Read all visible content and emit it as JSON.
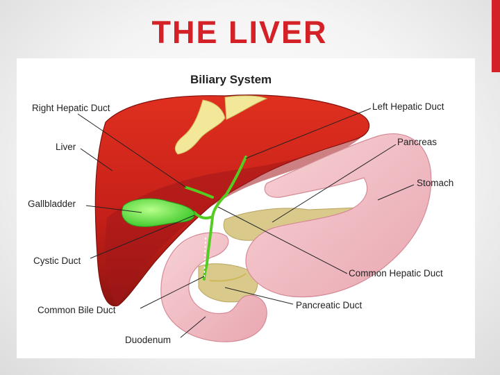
{
  "slide": {
    "title": "THE LIVER",
    "accent_color": "#d42128"
  },
  "figure": {
    "title": "Biliary System",
    "labels": {
      "right_hepatic_duct": "Right Hepatic Duct",
      "liver": "Liver",
      "gallbladder": "Gallbladder",
      "cystic_duct": "Cystic Duct",
      "common_bile_duct": "Common Bile Duct",
      "duodenum": "Duodenum",
      "left_hepatic_duct": "Left Hepatic Duct",
      "pancreas": "Pancreas",
      "stomach": "Stomach",
      "common_hepatic_duct": "Common Hepatic Duct",
      "pancreatic_duct": "Pancreatic Duct"
    },
    "colors": {
      "liver": "#c8241c",
      "gallbladder": "#55dd33",
      "stomach": "#f0b9c0",
      "pancreas": "#d9c98a",
      "hepatic_fat": "#f3e79a"
    }
  }
}
